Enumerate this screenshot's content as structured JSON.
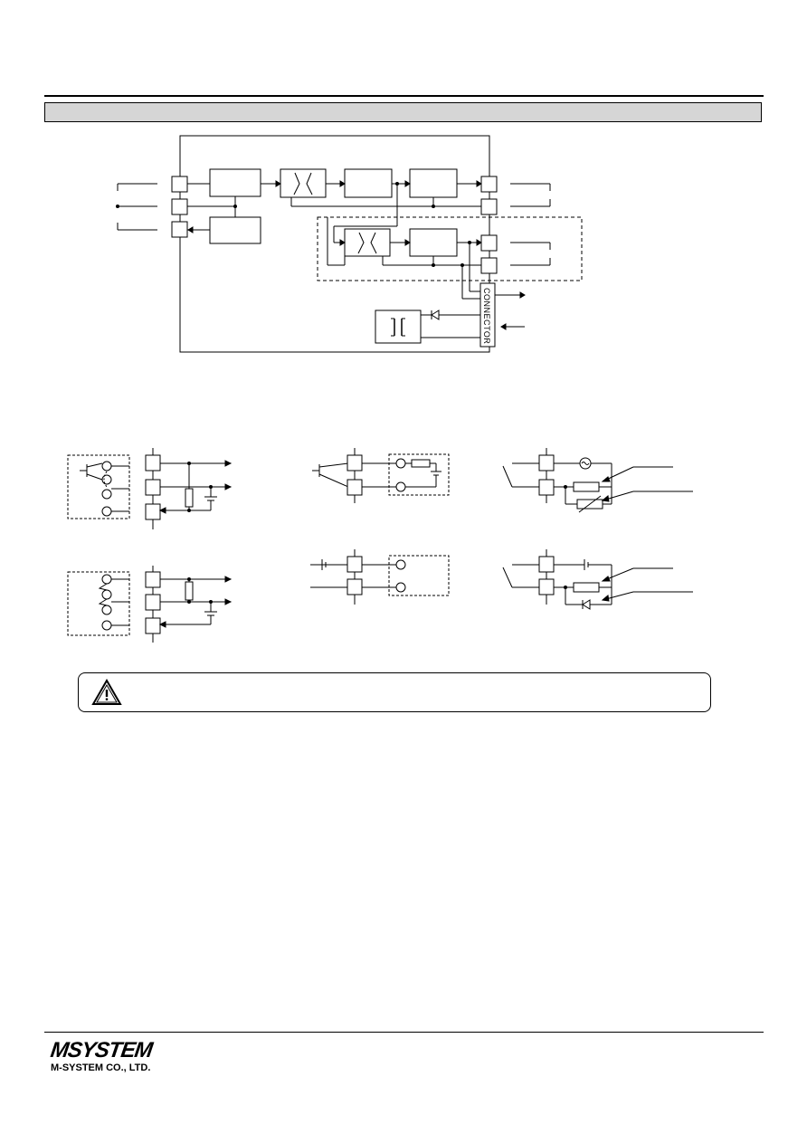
{
  "block_diagram": {
    "connector_label": "CONNECTOR"
  },
  "footer": {
    "brand_mark": "MSYSTEM",
    "company": "M-SYSTEM CO., LTD."
  },
  "icons": {
    "caution": "warning-triangle-icon"
  }
}
